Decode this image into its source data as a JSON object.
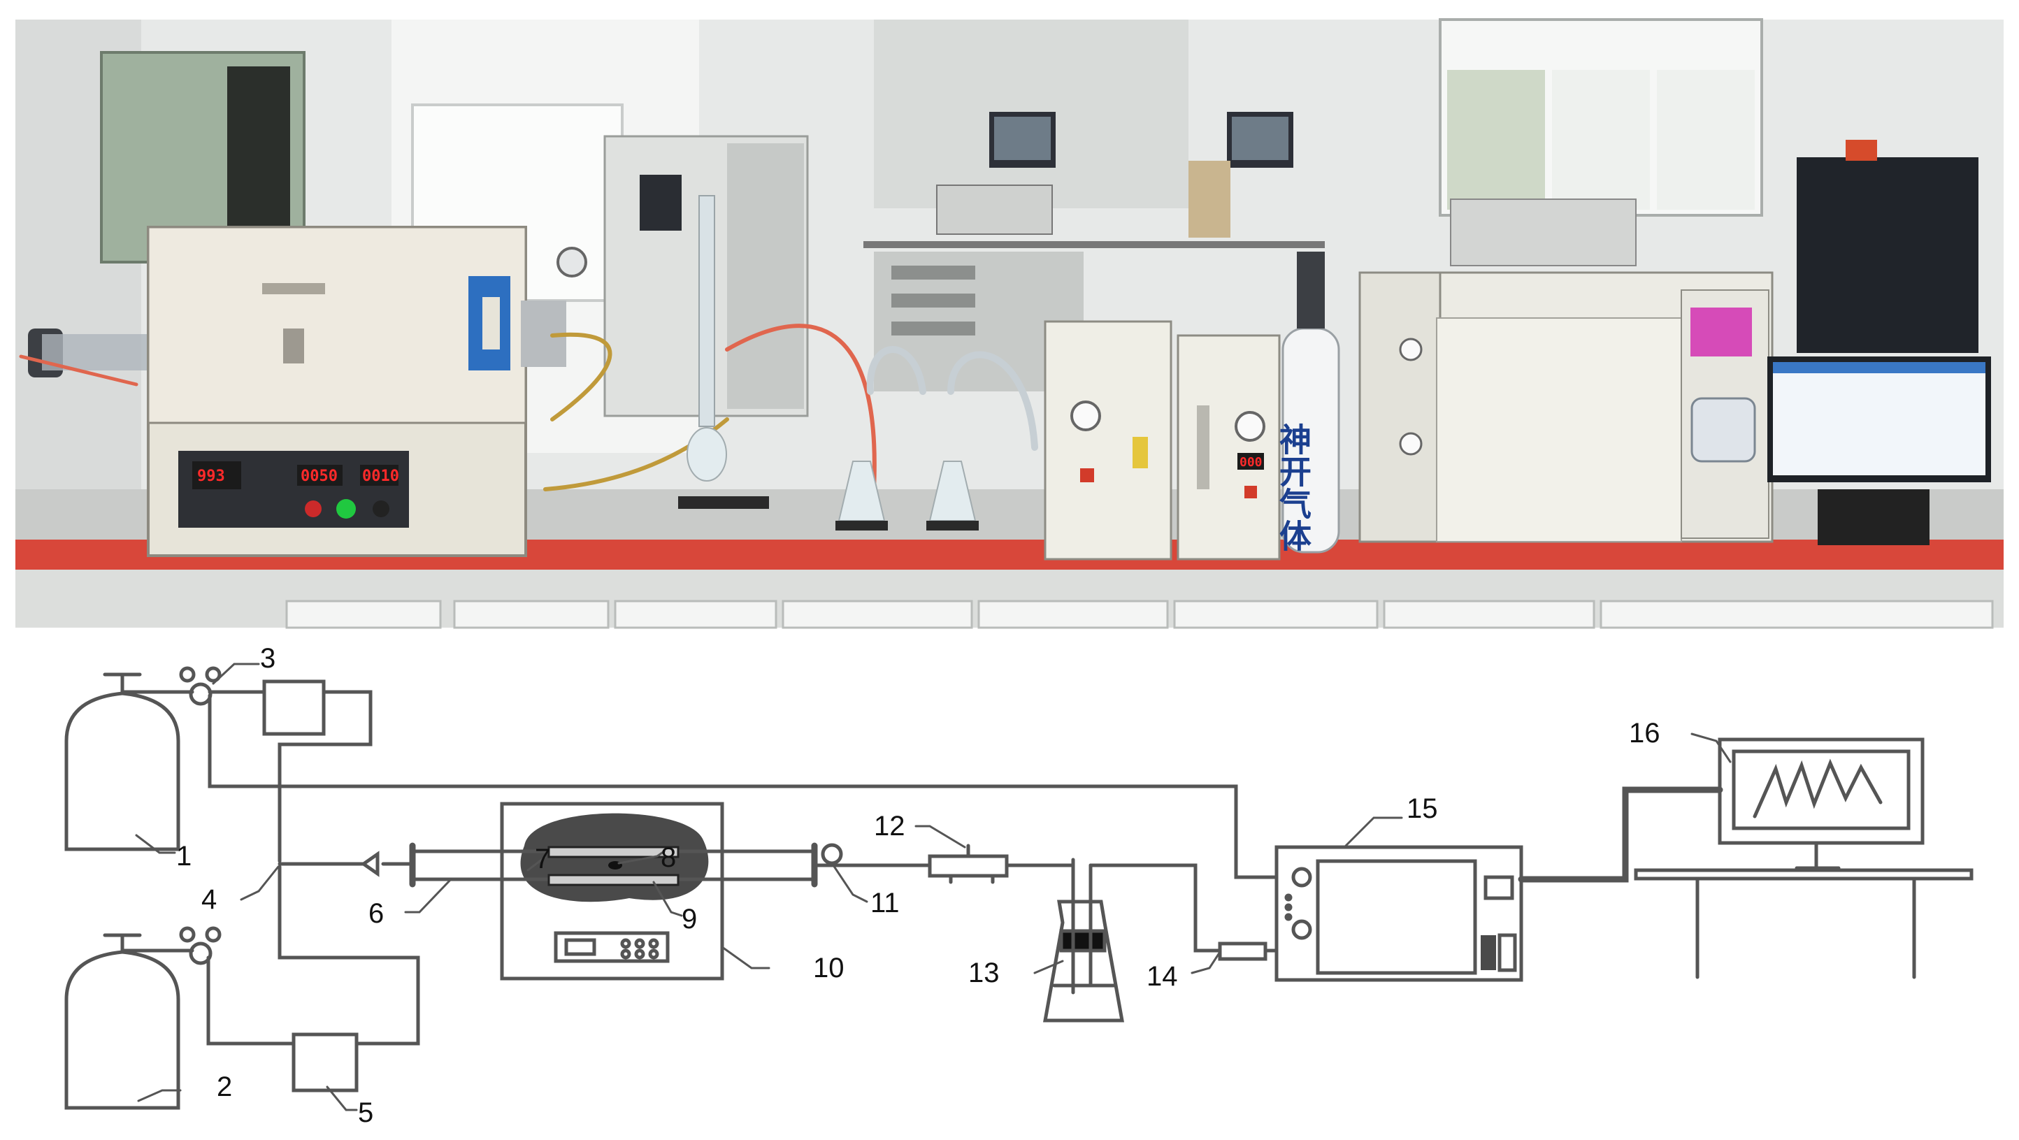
{
  "photo": {
    "furnace_display_1": "993",
    "furnace_display_2": "0050",
    "furnace_display_3": "0010",
    "gas_generator_display": "000",
    "cylinder_text": "神开气体"
  },
  "diagram": {
    "labels": [
      "1",
      "2",
      "3",
      "4",
      "5",
      "6",
      "7",
      "8",
      "9",
      "10",
      "11",
      "12",
      "13",
      "14",
      "15",
      "16"
    ]
  },
  "colors": {
    "bench_top": "#d8473a",
    "wall": "#e9ecec",
    "line": "#555555"
  }
}
